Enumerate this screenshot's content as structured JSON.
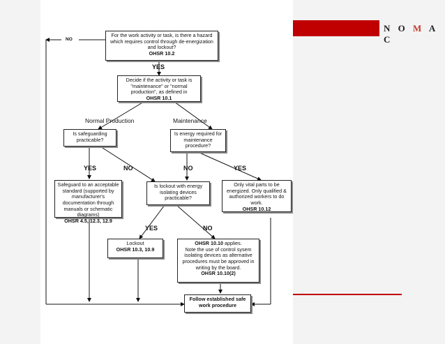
{
  "brand": {
    "logo_text": "NOMAC",
    "accent": "#c00000"
  },
  "diagram": {
    "start": {
      "text": "For the work activity or task, is there a hazard which requires control through de-energization and lockout?",
      "ref": "OHSR 10.2"
    },
    "decide": {
      "text": "Decide if the activity or task is \"maintenance\" or \"normal production\", as defined in",
      "ref": "OHSR 10.1"
    },
    "safeguarding": {
      "text": "Is safeguarding practicable?"
    },
    "energy": {
      "text": "Is energy required for maintenance procedure?"
    },
    "safeguard_std": {
      "text": "Safeguard to an acceptable standard (supported by manufacturer's documentation through manuals or schematic diagrams)",
      "ref": "OHSR 4.5, 12.3, 12.9"
    },
    "lockout_q": {
      "text": "Is lockout with energy isolating devices practicable?"
    },
    "vital": {
      "text": "Only vital parts to be energized. Only qualified & authorized workers to do work.",
      "ref": "OHSR 10.12"
    },
    "lockout": {
      "text": "Lockout",
      "ref": "OHSR 10.3, 10.9"
    },
    "applies": {
      "ref_top": "OHSR 10.10",
      "text_top": "applies.",
      "text": "Note the use of control sysem isolating devices as alternative procedures must be approved in writing by the board.",
      "ref": "OHSR 10.10(2)"
    },
    "follow": {
      "text": "Follow established safe work procedure"
    },
    "labels": {
      "no_top": "NO",
      "yes_1": "YES",
      "normal_production": "Normal Production",
      "maintenance": "Maintenance",
      "yes_2": "YES",
      "no_2": "NO",
      "no_3": "NO",
      "yes_3": "YES",
      "yes_4": "YES",
      "no_4": "NO"
    }
  }
}
